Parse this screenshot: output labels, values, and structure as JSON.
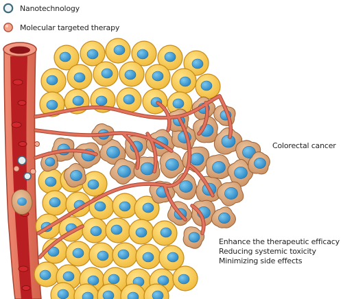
{
  "legend": {
    "items": [
      {
        "label": "Nanotechnology",
        "icon": "nanoparticle-icon"
      },
      {
        "label": "Molecular targeted therapy",
        "icon": "targeted-drug-icon"
      }
    ]
  },
  "labels": {
    "tumor": "Colorectal cancer"
  },
  "benefits": [
    "Enhance the therapeutic efficacy",
    "Reducing systemic toxicity",
    "Minimizing side effects"
  ],
  "colors": {
    "normal_cell_fill": "#f2c94c",
    "normal_cell_stroke": "#c48a1c",
    "nucleus": "#3a9ad1",
    "tumor_cell_fill": "#d9a57a",
    "tumor_cell_stroke": "#9a5f35",
    "vessel_wall": "#e0705a",
    "vessel_lumen": "#b81e22",
    "capillary": "#e2735f"
  }
}
